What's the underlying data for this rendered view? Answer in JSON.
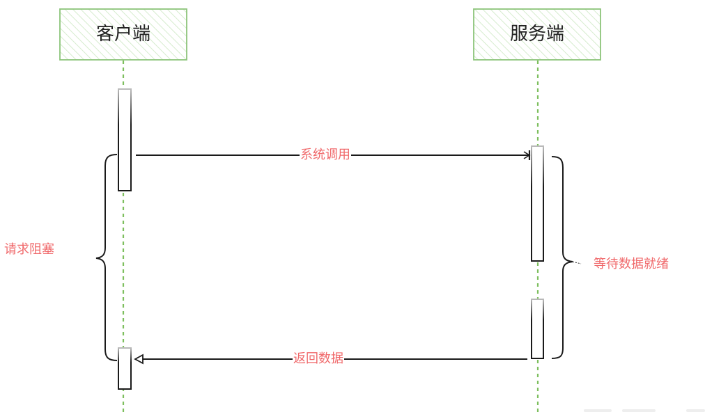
{
  "diagram": {
    "type": "sequence",
    "actors": [
      {
        "id": "client",
        "label": "客户端"
      },
      {
        "id": "server",
        "label": "服务端"
      }
    ],
    "messages": [
      {
        "from": "client",
        "to": "server",
        "label": "系统调用"
      },
      {
        "from": "server",
        "to": "client",
        "label": "返回数据"
      }
    ],
    "notes": [
      {
        "side": "left",
        "target": "client",
        "label": "请求阻塞"
      },
      {
        "side": "right",
        "target": "server",
        "label": "等待数据就绪"
      }
    ],
    "colors": {
      "actor_border": "#8cc47a",
      "actor_hatch": "#d6ecce",
      "lifeline": "#7dbf5e",
      "line": "#1a1a1a",
      "label_text": "#f0696b"
    }
  }
}
